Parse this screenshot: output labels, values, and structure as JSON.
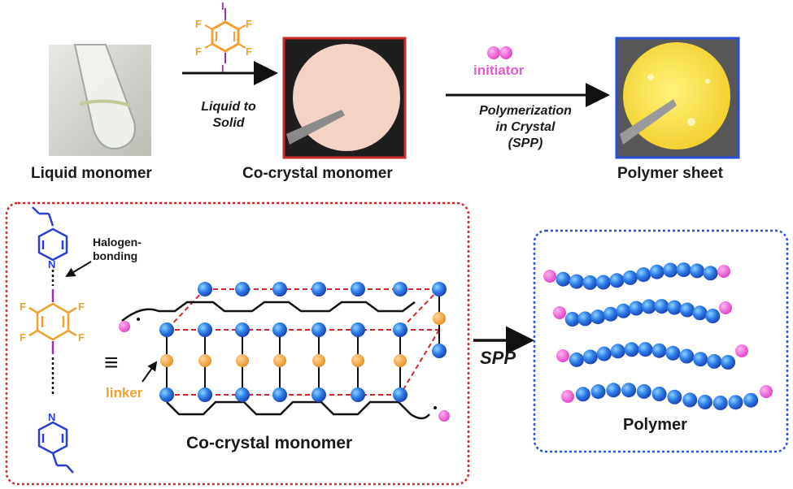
{
  "top": {
    "liquid_monomer": "Liquid monomer",
    "cocrystal_monomer": "Co-crystal monomer",
    "polymer_sheet": "Polymer sheet",
    "step1_line1": "Liquid to",
    "step1_line2": "Solid",
    "initiator": "initiator",
    "step2_line1": "Polymerization",
    "step2_line2": "in Crystal",
    "step2_line3": "(SPP)",
    "fluoro_atom": "F",
    "iodo_atom": "I"
  },
  "bottom": {
    "halogen_line1": "Halogen-",
    "halogen_line2": "bonding",
    "linker": "linker",
    "equiv_symbol": "≡",
    "cocrystal_label": "Co-crystal monomer",
    "spp": "SPP",
    "polymer_label": "Polymer",
    "nitrogen": "N"
  },
  "colors": {
    "blue_monomer": "#2f5fe0",
    "orange_linker": "#f0a030",
    "pink_initiator": "#e85ad0",
    "red_frame": "#cc2b2b",
    "blue_frame": "#2a4fd6"
  }
}
